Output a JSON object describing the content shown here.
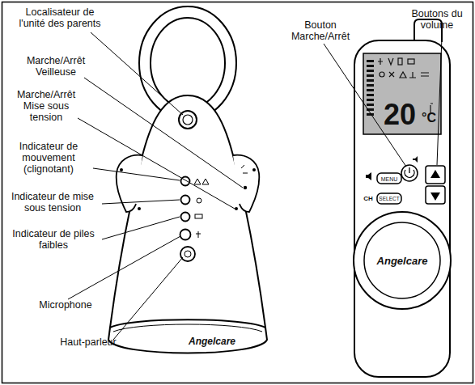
{
  "diagram": {
    "labels": [
      "Localisateur de l'unité des parents",
      "Marche/Arrêt Veilleuse",
      "Marche/Arrêt Mise sous tension",
      "Indicateur de mouvement (clignotant)",
      "Indicateur de mise sous tension",
      "Indicateur de piles faibles",
      "Microphone",
      "Haut-parleur",
      "Bouton Marche/Arrêt",
      "Boutons du volume",
      "MENU",
      "CH",
      "SELECT",
      "20",
      "°C",
      "Angelcare",
      "Angelcare"
    ]
  }
}
